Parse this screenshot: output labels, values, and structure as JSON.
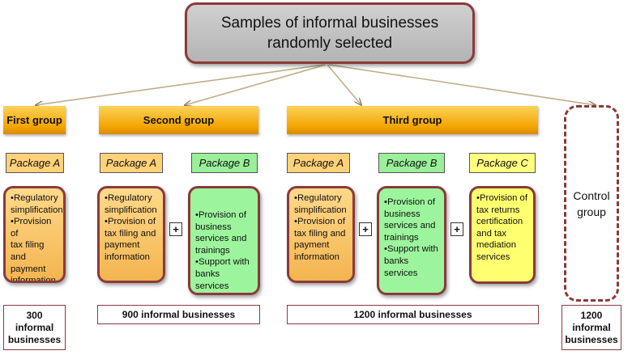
{
  "title": "Samples of informal businesses randomly selected",
  "groups": {
    "first": "First group",
    "second": "Second group",
    "third": "Third group",
    "control": "Control group"
  },
  "packages": {
    "a_label": "Package A",
    "b_label": "Package B",
    "c_label": "Package C",
    "a_lines": [
      "•Regulatory",
      "simplification",
      "•Provision of",
      "tax filing and",
      "payment",
      "information"
    ],
    "b_lines": [
      "•Provision of",
      "business",
      "services and",
      "trainings",
      "•Support with",
      "banks services"
    ],
    "c_lines": [
      "•Provision of",
      "tax returns",
      "certification",
      "and tax",
      "mediation",
      "services"
    ]
  },
  "plus_sign": "+",
  "counts": {
    "first": "300 informal businesses",
    "second": "900 informal businesses",
    "third": "1200 informal businesses",
    "control": "1200 informal businesses"
  },
  "colors": {
    "border": "#8b3a3a",
    "group_bar": "#f2a400",
    "package_a": "#ffd27a",
    "package_b": "#99f099",
    "package_c": "#ffff80"
  }
}
